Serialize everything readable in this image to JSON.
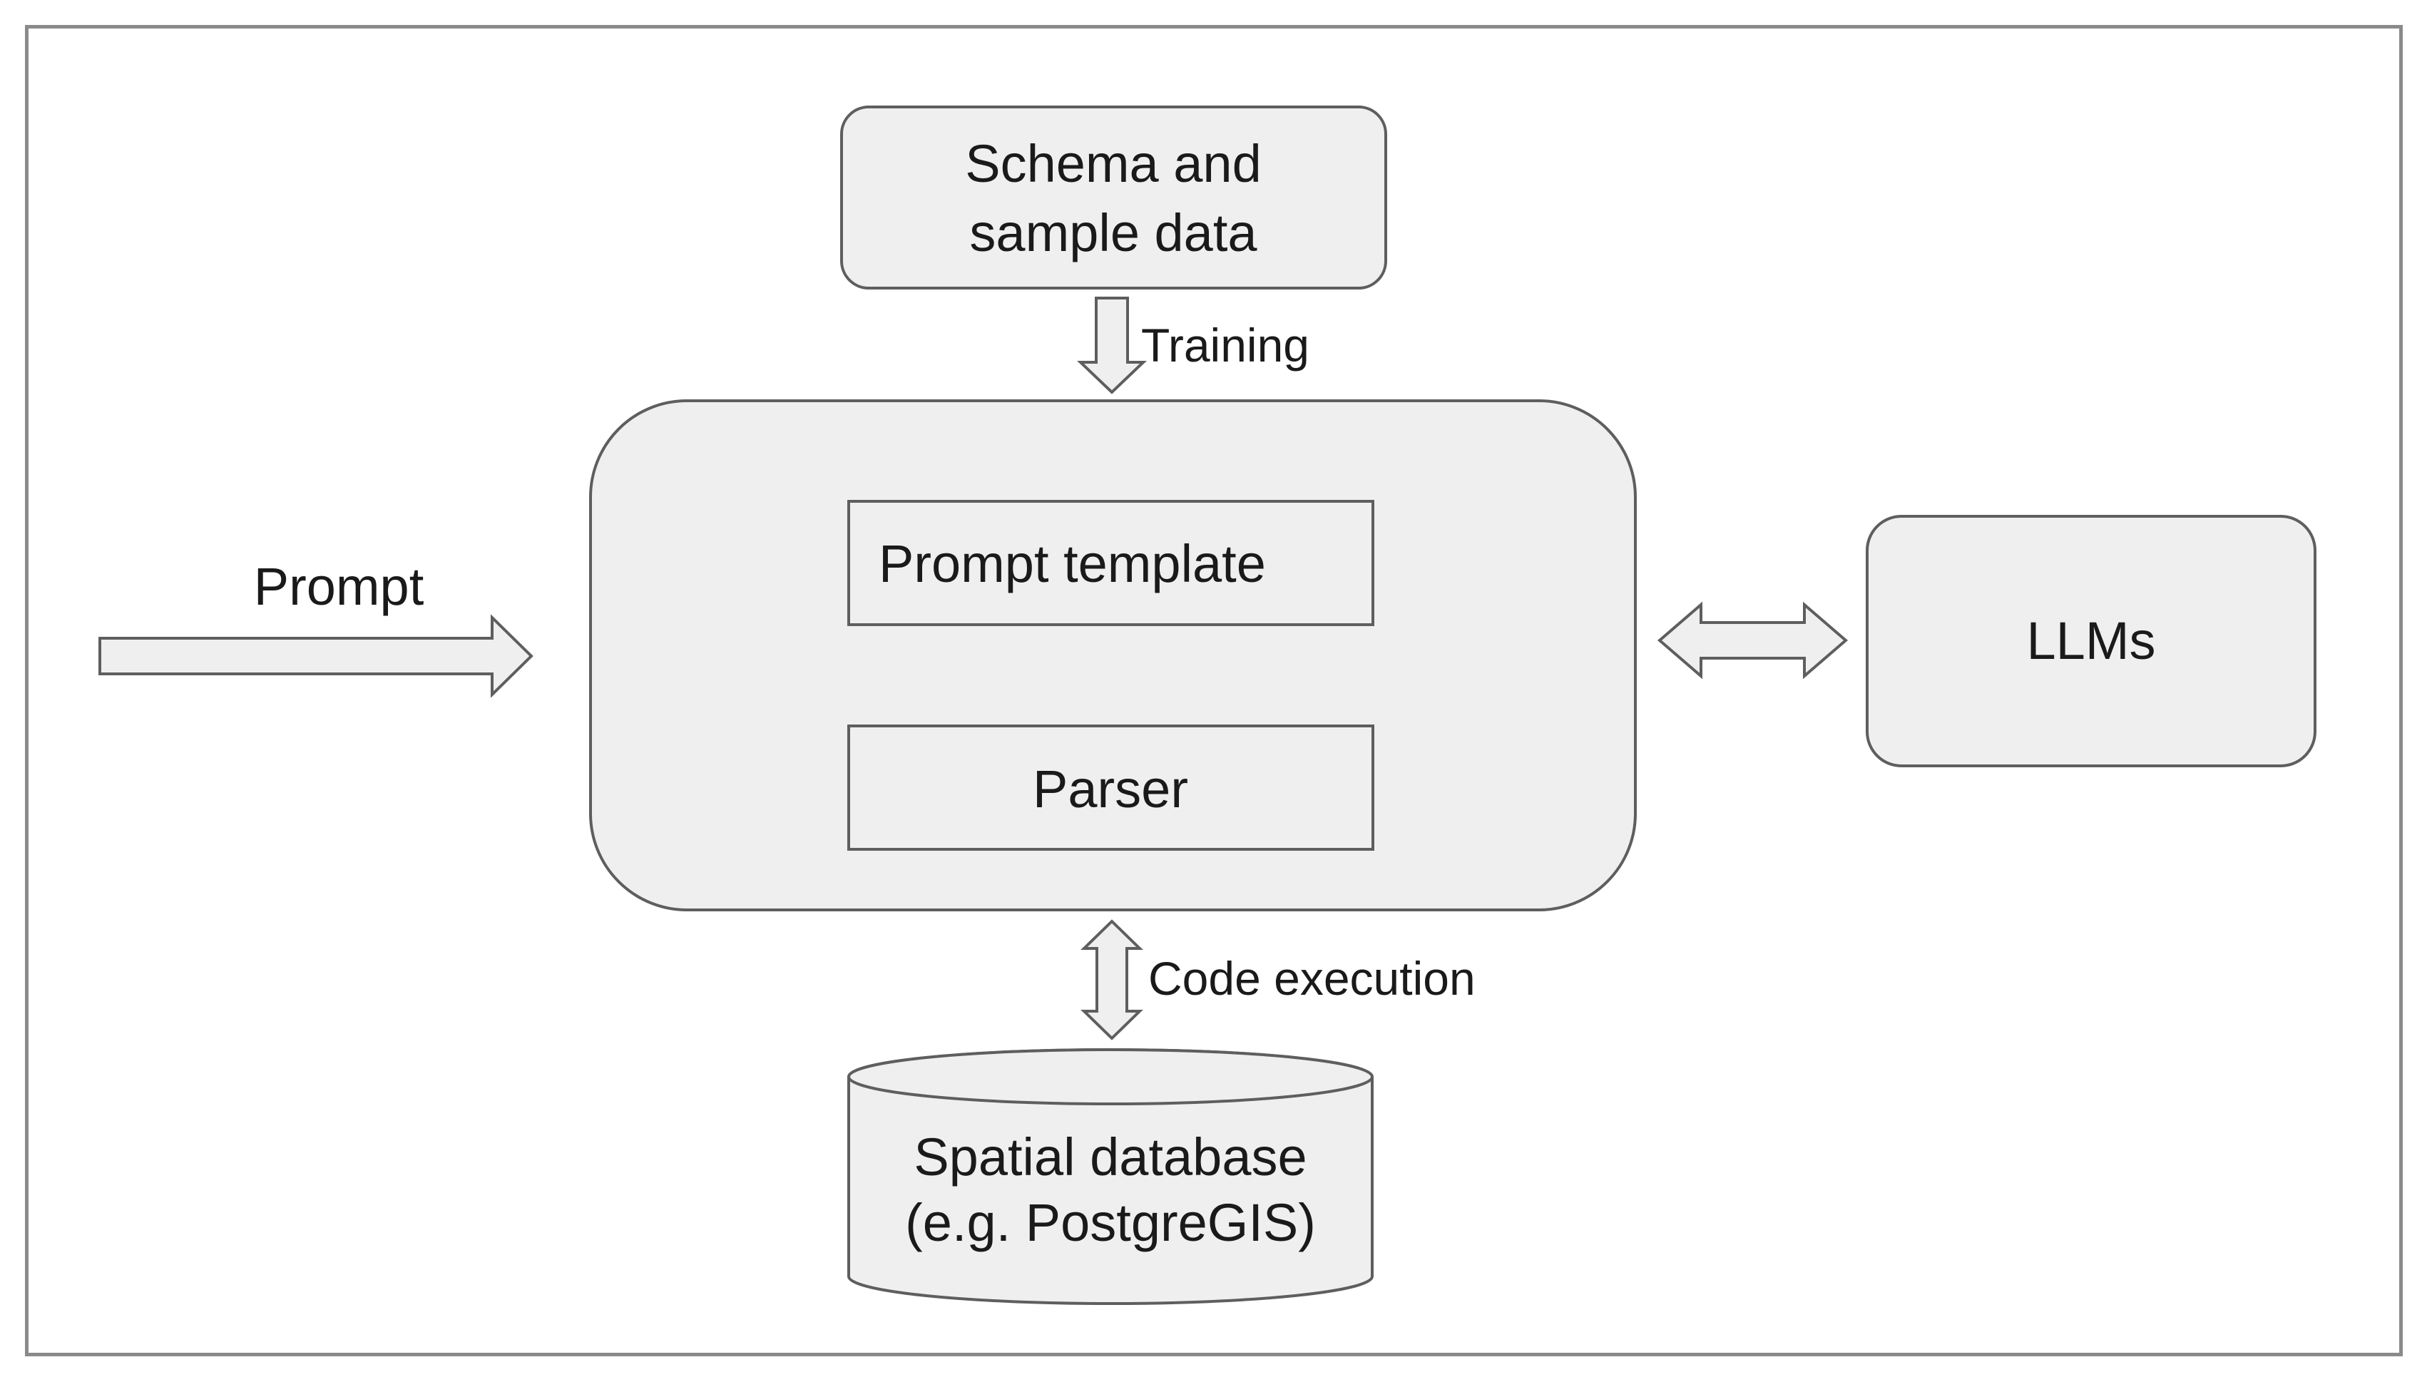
{
  "nodes": {
    "schema": {
      "line1": "Schema and",
      "line2": "sample data"
    },
    "prompt_template": {
      "label": "Prompt template"
    },
    "parser": {
      "label": "Parser"
    },
    "llms": {
      "label": "LLMs"
    },
    "database": {
      "line1": "Spatial database",
      "line2": "(e.g. PostgreGIS)"
    }
  },
  "edges": {
    "prompt": {
      "label": "Prompt"
    },
    "training": {
      "label": "Training"
    },
    "code_execution": {
      "label": "Code execution"
    }
  },
  "colors": {
    "node_fill": "#efefef",
    "node_stroke": "#5e5e5e",
    "frame_border": "#8a8a8a"
  }
}
